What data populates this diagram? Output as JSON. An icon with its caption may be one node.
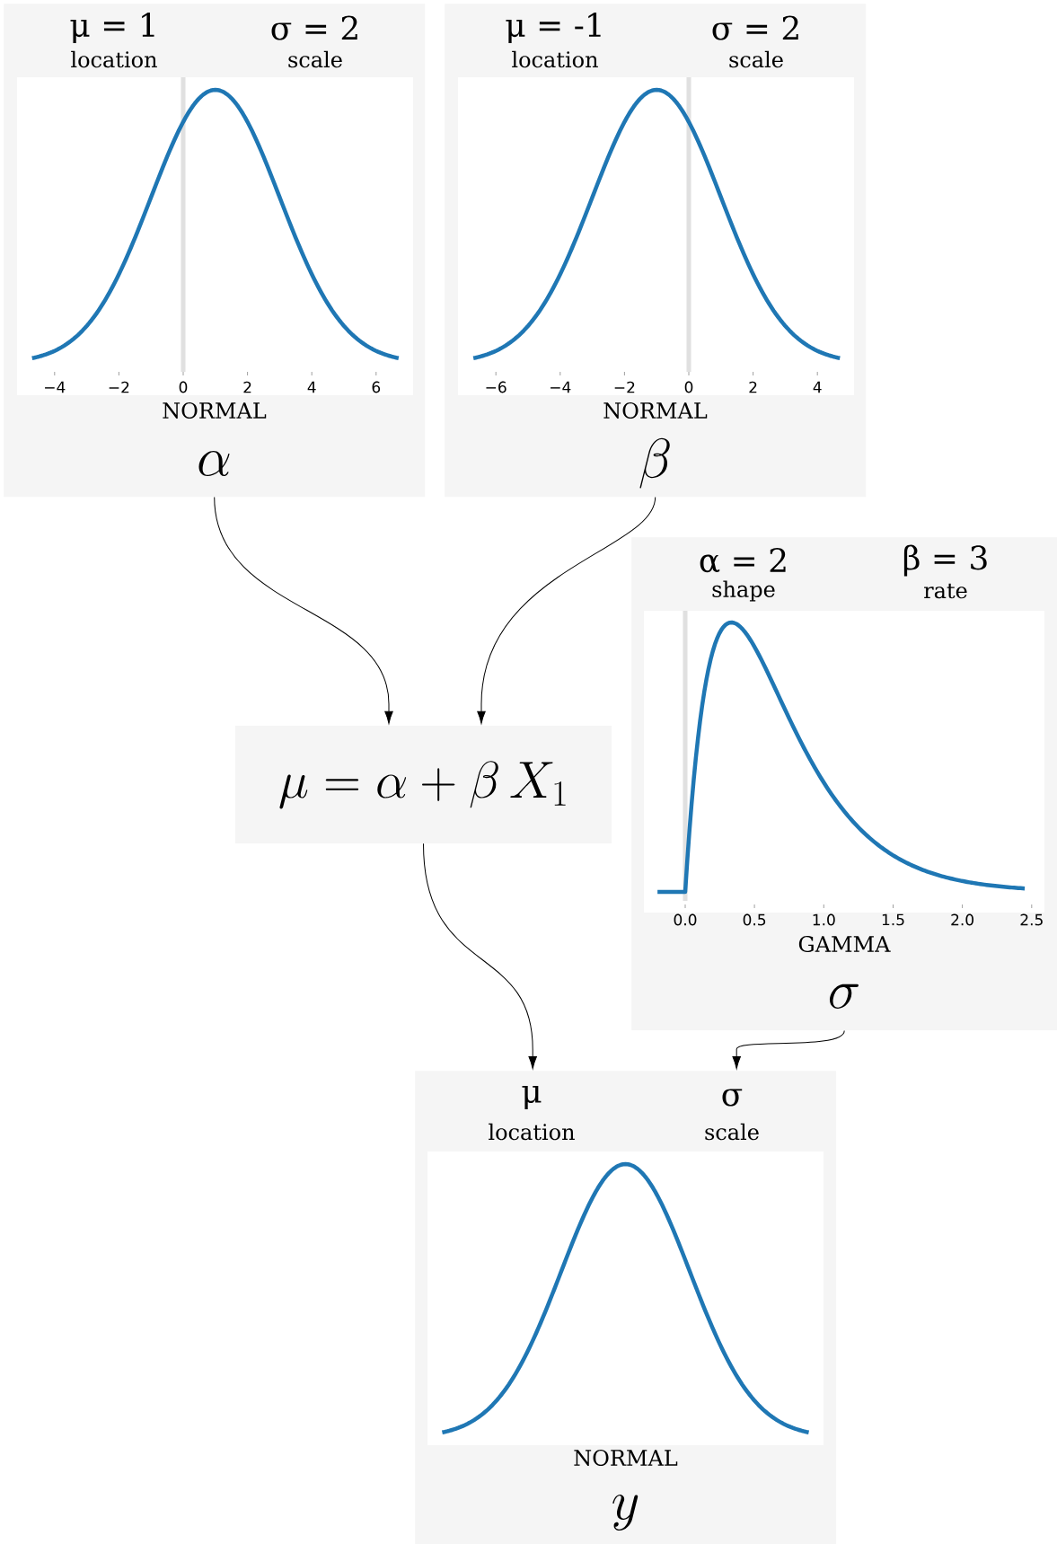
{
  "diagram": {
    "nodes": [
      {
        "text": [
          "μ = 1",
          "location",
          "σ = 2",
          "scale",
          "−4",
          "−2",
          "0",
          "2",
          "4",
          "6",
          "NORMAL",
          "\\alpha"
        ]
      },
      {
        "text": [
          "μ = -1",
          "location",
          "σ = 2",
          "scale",
          "−6",
          "−4",
          "−2",
          "0",
          "2",
          "4",
          "NORMAL",
          "\\beta"
        ]
      },
      {
        "text": [
          "α = 2",
          "shape",
          "β = 3",
          "rate",
          "0.0",
          "0.5",
          "1.0",
          "1.5",
          "2.0",
          "2.5",
          "GAMMA",
          "\\sigma"
        ]
      },
      {
        "text": [
          "\\mu = \\alpha + \\beta\\, X_1"
        ]
      },
      {
        "text": [
          "μ",
          "location",
          "σ",
          "scale",
          "NORMAL",
          "y"
        ]
      }
    ],
    "edges": [
      {
        "from": 0,
        "to": 3,
        "arrow": "to"
      },
      {
        "from": 1,
        "to": 3,
        "arrow": "to"
      },
      {
        "from": 3,
        "to": 4,
        "arrow": "to"
      },
      {
        "from": 2,
        "to": 4,
        "arrow": "to"
      }
    ]
  }
}
